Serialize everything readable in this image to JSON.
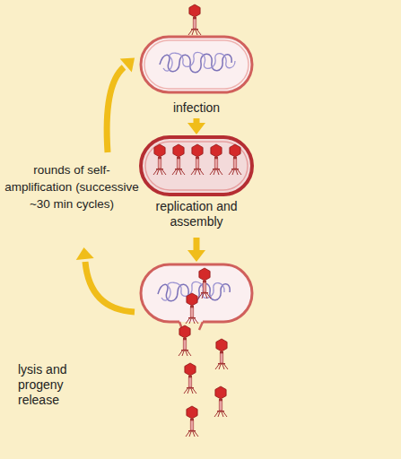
{
  "diagram": {
    "nodes": [
      {
        "text": [
          "infection"
        ]
      },
      {
        "text": [
          "replication and assembly"
        ]
      },
      {
        "text": [
          "lysis and progeny release"
        ]
      }
    ],
    "edges": [
      {
        "from": 0,
        "to": 1,
        "arrow": "to"
      },
      {
        "from": 1,
        "to": 2,
        "arrow": "to"
      },
      {
        "from": 2,
        "to": 0,
        "arrow": "to",
        "label": "rounds of self-amplification (successive ~30 min cycles)"
      }
    ]
  }
}
